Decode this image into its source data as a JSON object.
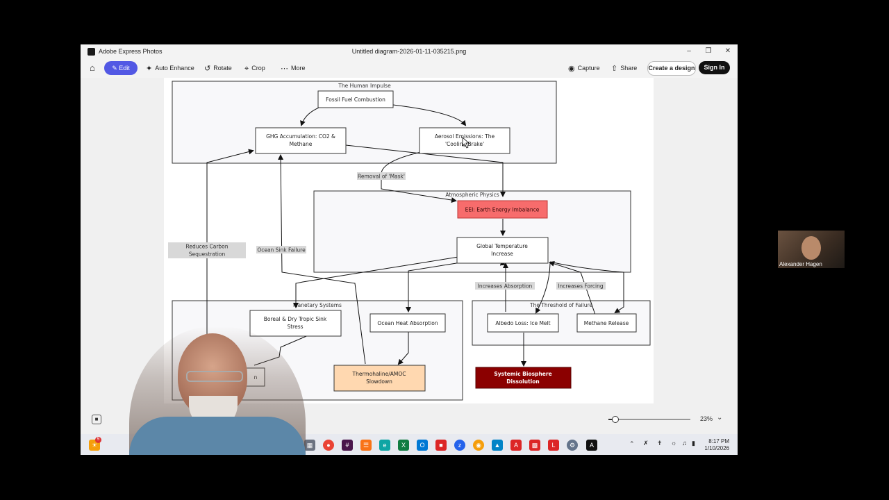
{
  "titlebar": {
    "app_title": "Adobe Express Photos",
    "doc_title": "Untitled diagram-2026-01-11-035215.png"
  },
  "toolbar": {
    "edit_label": "Edit",
    "auto_enhance_label": "Auto Enhance",
    "rotate_label": "Rotate",
    "crop_label": "Crop",
    "more_label": "More",
    "capture_label": "Capture",
    "share_label": "Share",
    "create_design_label": "Create a design",
    "sign_in_label": "Sign In"
  },
  "diagram": {
    "group_human_impulse": "The Human Impulse",
    "fossil_fuel": "Fossil Fuel Combustion",
    "ghg_line1": "GHG Accumulation: CO2 &",
    "ghg_line2": "Methane",
    "aerosol_line1": "Aerosol Emissions: The",
    "aerosol_line2": "'Cooling Brake'",
    "removal_mask": "Removal of 'Mask'",
    "group_atmospheric": "Atmospheric Physics",
    "eei": "EEI: Earth Energy Imbalance",
    "temp_line1": "Global Temperature",
    "temp_line2": "Increase",
    "reduces_line1": "Reduces Carbon",
    "reduces_line2": "Sequestration",
    "ocean_sink_failure": "Ocean Sink Failure",
    "increases_absorption": "Increases Absorption",
    "increases_forcing": "Increases Forcing",
    "group_planetary": "Planetary Systems",
    "boreal_line1": "Boreal & Dry Tropic Sink",
    "boreal_line2": "Stress",
    "ocean_heat": "Ocean Heat Absorption",
    "amoc_line1": "Thermohaline/AMOC",
    "amoc_line2": "Slowdown",
    "hidden_node_tail": "n",
    "group_threshold": "The Threshold of Failure",
    "albedo": "Albedo Loss: Ice Melt",
    "methane_release": "Methane Release",
    "systemic_line1": "Systemic Biosphere",
    "systemic_line2": "Dissolution"
  },
  "statusbar": {
    "zoom_value": 0.23,
    "zoom_label": "23%"
  },
  "taskbar": {
    "notification_badge": "5",
    "time": "8:17 PM",
    "date": "1/10/2026"
  },
  "video": {
    "participant_name": "Alexander Hagen"
  },
  "colors": {
    "accent": "#5258e4",
    "eei_fill": "#f76c6c",
    "amoc_fill": "#ffd8b0",
    "systemic_fill": "#8b0000",
    "label_bg": "#d8d8d8",
    "group_fill": "#f8f8fa"
  }
}
